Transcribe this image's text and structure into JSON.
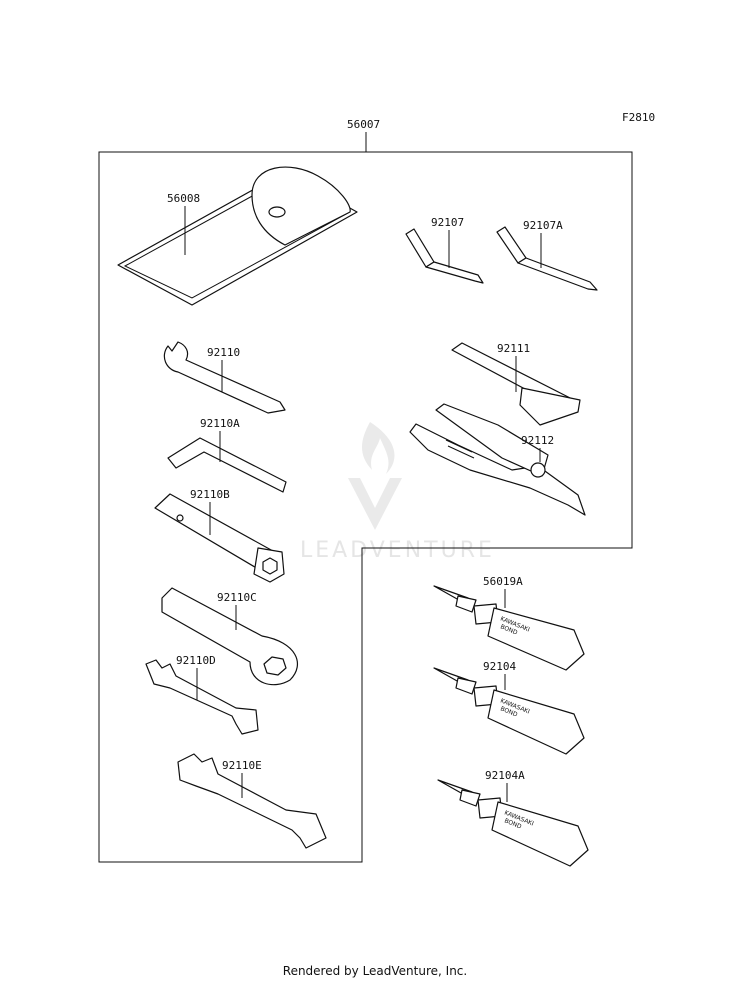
{
  "diagram_code": "F2810",
  "kit_part": "56007",
  "parts": {
    "p56008": "56008",
    "p92107": "92107",
    "p92107A": "92107A",
    "p92110": "92110",
    "p92111": "92111",
    "p92110A": "92110A",
    "p92112": "92112",
    "p92110B": "92110B",
    "p56019A": "56019A",
    "p92110C": "92110C",
    "p92104": "92104",
    "p92110D": "92110D",
    "p92110E": "92110E",
    "p92104A": "92104A"
  },
  "tube_label": [
    "KAWASAKI",
    "BOND"
  ],
  "watermark": "LEADVENTURE",
  "footer": "Rendered by LeadVenture, Inc."
}
